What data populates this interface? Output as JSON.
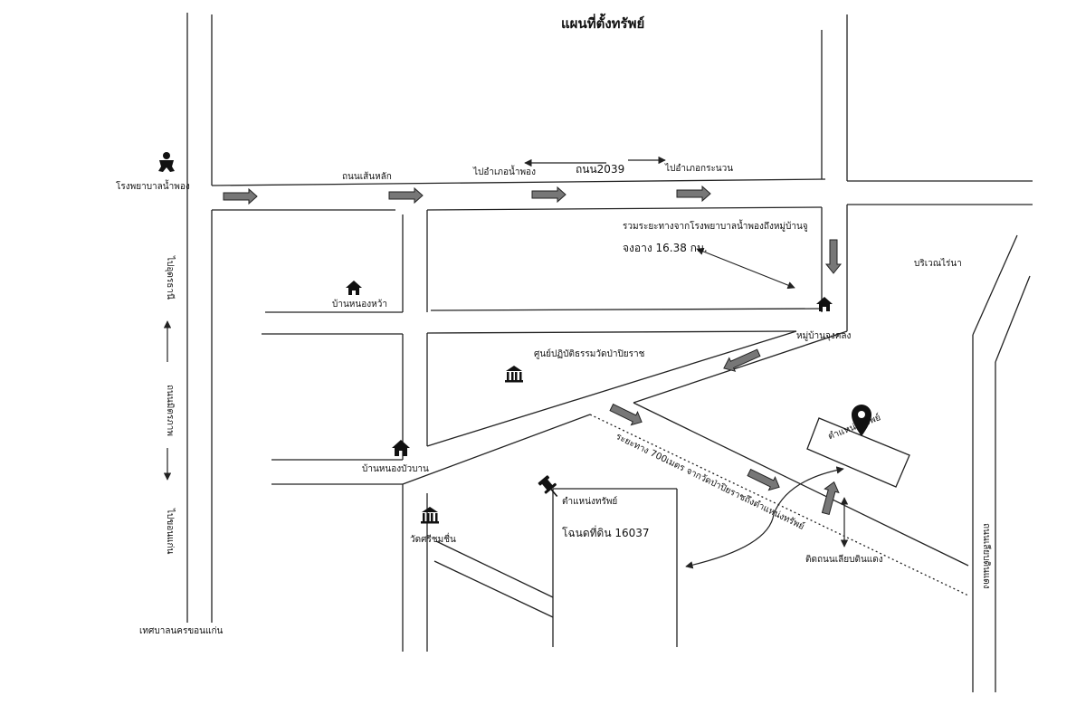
{
  "title": "แผนที่ตั้งทรัพย์",
  "roads": {
    "main_road": "ถนนเส้นหลัก",
    "road_2039": "ถนน2039",
    "to_nam_phong": "ไปอำเภอน้ำพอง",
    "to_kranuan": "ไปอำเภอกระนวน",
    "mittraphap": "ถนนมิตรภาพ",
    "to_udon": "ไปอุดรธานี",
    "to_khon_kaen": "ไปขอนแก่น",
    "khon_kaen_municipality": "เทศบาลนครขอนแก่น",
    "liap_road": "ถนนเลียบดินแดง",
    "next_to_liap_road": "ติดถนนเลียบดินแดง"
  },
  "places": {
    "hospital": "โรงพยาบาลน้ำพอง",
    "ban_nong_wa": "บ้านหนองหว้า",
    "ban_nong_bua_ban": "บ้านหนองบัวบาน",
    "ban_chongkhom": "หมู่บ้านจุงคลง",
    "wat_pa_center": "ศูนย์ปฏิบัติธรรมวัดป่าปิยราช",
    "wat_sri_chom_chuen": "วัดศรีชมชื่น",
    "rice_field_area": "บริเวณไร่นา"
  },
  "distances": {
    "hospital_to_village_line1": "รวมระยะทางจากโรงพยาบาลน้ำพองถึงหมู่บ้านจู",
    "hospital_to_village_line2": "จงอาง 16.38 กม.",
    "temple_to_property": "ระยะทาง 700เมตร จากวัดป่าปิยราชถึงตำแหน่งทรัพย์"
  },
  "property": {
    "box_label": "ตำแหน่งทรัพย์",
    "label": "ตำแหน่งทรัพย์",
    "deed": "โฉนดที่ดิน 16037"
  }
}
